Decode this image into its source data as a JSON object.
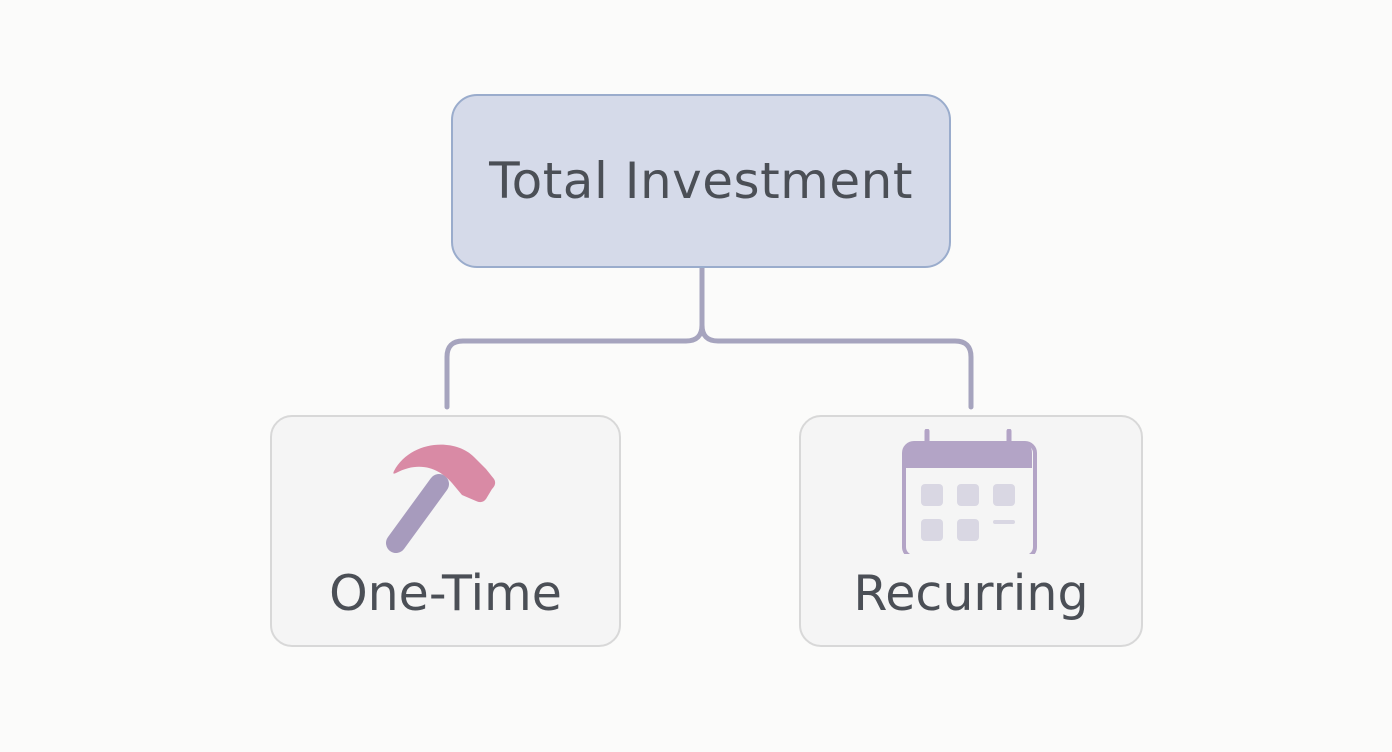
{
  "diagram": {
    "root": {
      "label": "Total Investment"
    },
    "children": [
      {
        "label": "One-Time",
        "icon": "hammer-icon"
      },
      {
        "label": "Recurring",
        "icon": "calendar-icon"
      }
    ]
  },
  "colors": {
    "root_fill": "#d5dae9",
    "root_border": "#9aaccc",
    "connector": "#a6a4be",
    "child_fill": "#f5f5f5",
    "child_border": "#d8d8d8",
    "hammer_head": "#d98aa5",
    "hammer_handle": "#a79bbd",
    "calendar": "#b3a4c6",
    "text": "#4b4f56"
  }
}
